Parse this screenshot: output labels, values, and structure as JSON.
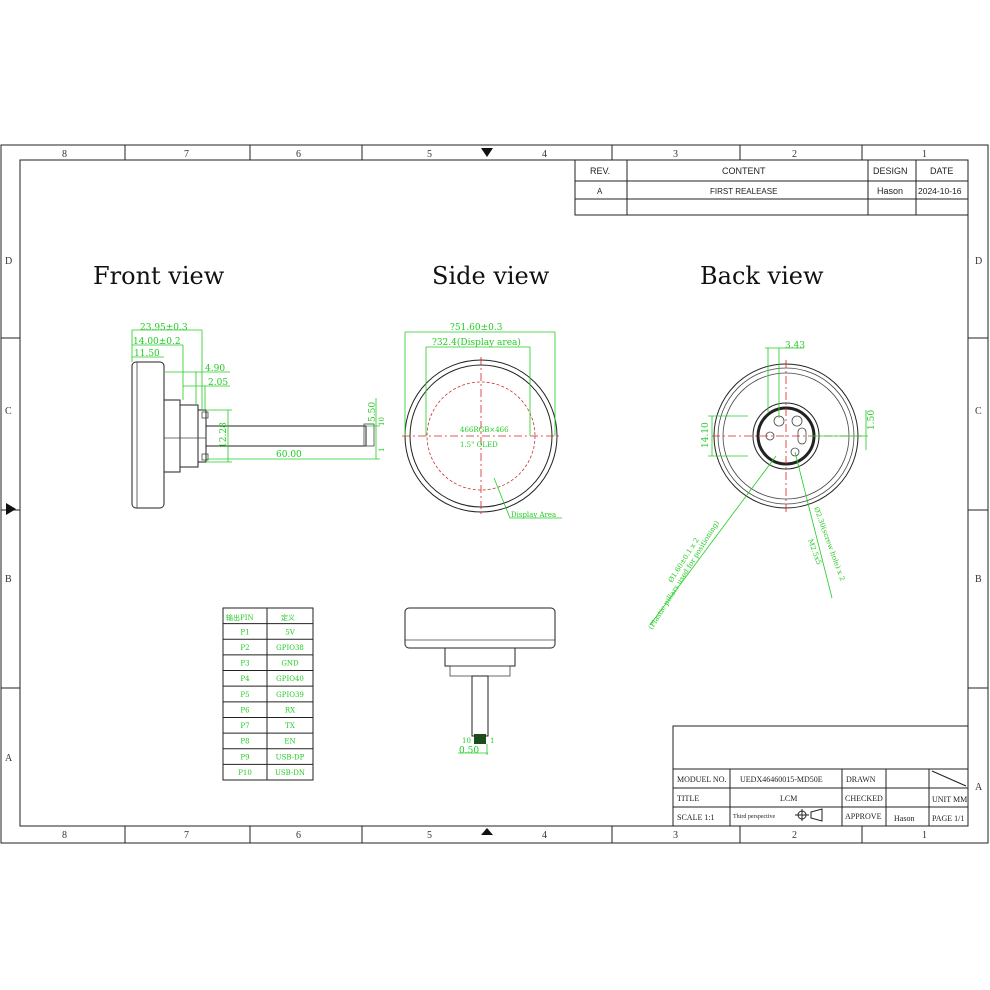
{
  "zones": {
    "columns": [
      "8",
      "7",
      "6",
      "5",
      "4",
      "3",
      "2",
      "1"
    ],
    "rows": [
      "D",
      "C",
      "B",
      "A"
    ]
  },
  "revision_table": {
    "headers": [
      "REV.",
      "CONTENT",
      "DESIGN",
      "DATE"
    ],
    "rows": [
      {
        "rev": "A",
        "content": "FIRST REALEASE",
        "design": "Hason",
        "date": "2024-10-16"
      }
    ]
  },
  "views": {
    "front": "Front view",
    "side": "Side view",
    "back": "Back view"
  },
  "front_dims": {
    "d1": "23.95±0.3",
    "d2": "14.00±0.2",
    "d3": "11.50",
    "d4": "4.90",
    "d5": "2.05",
    "d6": "12.28",
    "d7": "60.00",
    "d8": "5.50",
    "pin10": "10",
    "pin1": "1"
  },
  "side_dims": {
    "outer": "?51.60±0.3",
    "display": "?32.4(Display area)",
    "resolution": "466RGB×466",
    "panel": "1.5\" OLED",
    "callout": "Display Area",
    "pitch": "0.50",
    "pin10": "10",
    "pin1": "1"
  },
  "back_dims": {
    "d1": "3.43",
    "d2": "14.10",
    "d3": "1.50",
    "pillars": "Ø1.60±0.1 x 2",
    "pillars_note": "(Plastic pillars used for positioning)",
    "screw": "Ø2.30(screw hole) x 2",
    "screw_note": "M2.5x5"
  },
  "pin_table": {
    "headers": [
      "输出PIN",
      "定义"
    ],
    "rows": [
      [
        "P1",
        "5V"
      ],
      [
        "P2",
        "GPIO38"
      ],
      [
        "P3",
        "GND"
      ],
      [
        "P4",
        "GPIO40"
      ],
      [
        "P5",
        "GPIO39"
      ],
      [
        "P6",
        "RX"
      ],
      [
        "P7",
        "TX"
      ],
      [
        "P8",
        "EN"
      ],
      [
        "P9",
        "USB-DP"
      ],
      [
        "P10",
        "USB-DN"
      ]
    ]
  },
  "title_block": {
    "model_label": "MODUEL NO.",
    "model_value": "UEDX46460015-MD50E",
    "title_label": "TITLE",
    "title_value": "LCM",
    "scale_label": "SCALE 1:1",
    "projection": "Third perspective",
    "drawn_label": "DRAWN",
    "checked_label": "CHECKED",
    "approve_label": "APPROVE",
    "approver": "Hason",
    "unit": "UNIT MM",
    "page": "PAGE 1/1"
  },
  "colors": {
    "dimension": "#22cc22",
    "centerline": "#dd2222",
    "outline": "#222222"
  }
}
